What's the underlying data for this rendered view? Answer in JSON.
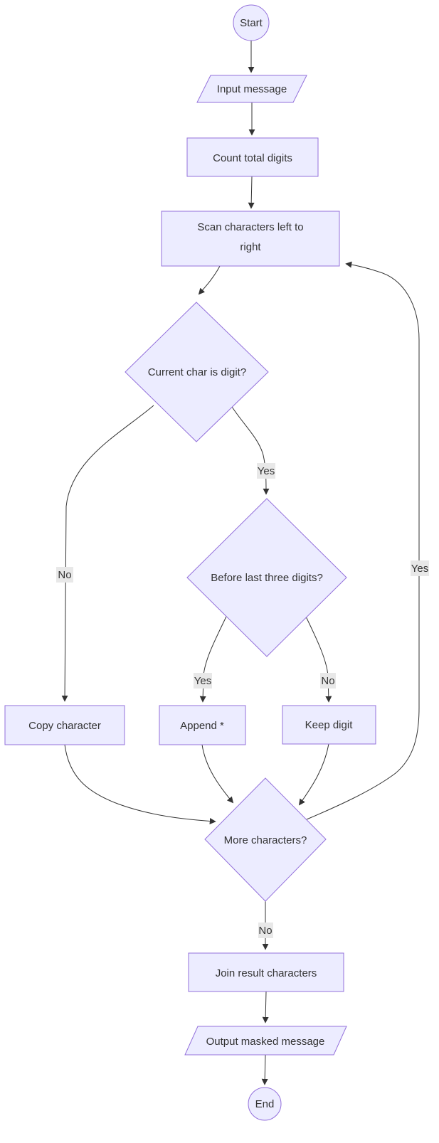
{
  "diagram": {
    "type": "flowchart",
    "direction": "top-down",
    "colors": {
      "node_fill": "#ECECFF",
      "node_border": "#9370DB",
      "edge_line": "#333333",
      "text": "#333333",
      "edge_label_bg": "#e8e8e8",
      "background": "#ffffff"
    },
    "nodes": [
      {
        "id": "start",
        "shape": "circle",
        "label": "Start"
      },
      {
        "id": "input",
        "shape": "parallelogram",
        "label": "Input message"
      },
      {
        "id": "count",
        "shape": "rect",
        "label": "Count total digits"
      },
      {
        "id": "scan",
        "shape": "rect",
        "label": "Scan characters left to right",
        "line1": "Scan characters left to",
        "line2": "right"
      },
      {
        "id": "is_digit",
        "shape": "diamond",
        "label": "Current char is digit?"
      },
      {
        "id": "before_last3",
        "shape": "diamond",
        "label": "Before last three digits?"
      },
      {
        "id": "copy",
        "shape": "rect",
        "label": "Copy character"
      },
      {
        "id": "append",
        "shape": "rect",
        "label": "Append *"
      },
      {
        "id": "keep",
        "shape": "rect",
        "label": "Keep digit"
      },
      {
        "id": "more",
        "shape": "diamond",
        "label": "More characters?"
      },
      {
        "id": "join",
        "shape": "rect",
        "label": "Join result characters"
      },
      {
        "id": "output",
        "shape": "parallelogram",
        "label": "Output masked message"
      },
      {
        "id": "end",
        "shape": "circle",
        "label": "End"
      }
    ],
    "edges": [
      {
        "from": "start",
        "to": "input",
        "label": ""
      },
      {
        "from": "input",
        "to": "count",
        "label": ""
      },
      {
        "from": "count",
        "to": "scan",
        "label": ""
      },
      {
        "from": "scan",
        "to": "is_digit",
        "label": ""
      },
      {
        "from": "is_digit",
        "to": "copy",
        "label": "No"
      },
      {
        "from": "is_digit",
        "to": "before_last3",
        "label": "Yes"
      },
      {
        "from": "before_last3",
        "to": "append",
        "label": "Yes"
      },
      {
        "from": "before_last3",
        "to": "keep",
        "label": "No"
      },
      {
        "from": "copy",
        "to": "more",
        "label": ""
      },
      {
        "from": "append",
        "to": "more",
        "label": ""
      },
      {
        "from": "keep",
        "to": "more",
        "label": ""
      },
      {
        "from": "more",
        "to": "scan",
        "label": "Yes"
      },
      {
        "from": "more",
        "to": "join",
        "label": "No"
      },
      {
        "from": "join",
        "to": "output",
        "label": ""
      },
      {
        "from": "output",
        "to": "end",
        "label": ""
      }
    ]
  }
}
